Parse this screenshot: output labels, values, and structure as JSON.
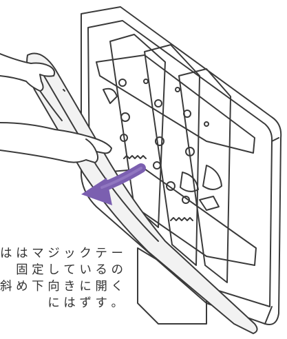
{
  "caption": {
    "lines": [
      "は は マ ジ ッ ク テ ー",
      "固 定 し て い る の",
      "斜 め 下 向 き に 開 く",
      "に は ず す 。"
    ]
  },
  "illustration": {
    "subject": "wall mount bracket with detached cover",
    "icons": [
      "hand-icon",
      "rotate-arrow-icon"
    ],
    "colors": {
      "line": "#3a3a3a",
      "arrow": "#7b5fb0",
      "background": "#ffffff"
    }
  }
}
